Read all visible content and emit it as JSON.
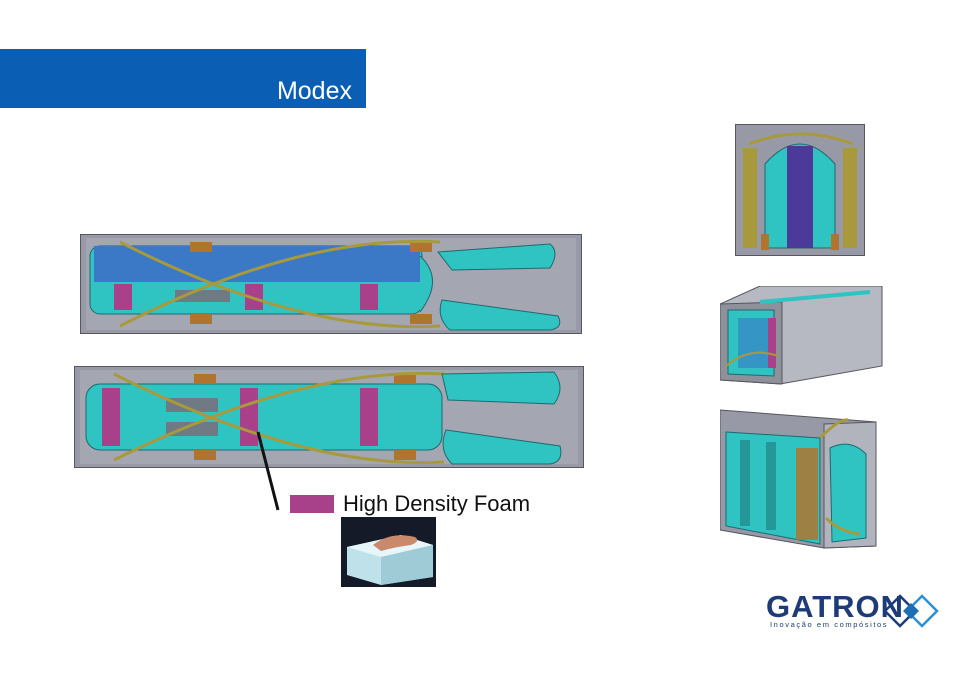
{
  "slide": {
    "title": "Modex",
    "legend_label": "High Density Foam",
    "legend_color": "#a8408a"
  },
  "logo": {
    "name": "GATRON",
    "tagline": "Inovação em compósitos",
    "color": "#1d3c77"
  },
  "colors": {
    "title_bar": "#0a5fb4",
    "container": "#9799a6",
    "seat_body": "#2fc4c2",
    "seat_top": "#3b78c6",
    "strap": "#a89a3c",
    "block": "#b0742e"
  }
}
